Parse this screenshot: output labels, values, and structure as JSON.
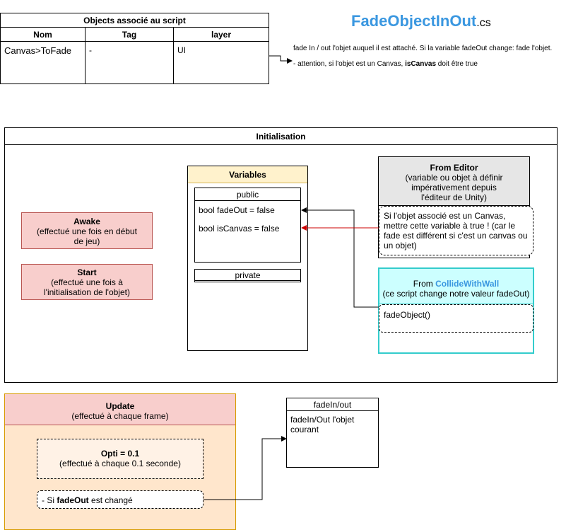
{
  "title": {
    "main": "FadeObjectInOut",
    "ext": ".cs",
    "color": "#3a97e0"
  },
  "objects_table": {
    "caption": "Objects associé au script",
    "headers": [
      "Nom",
      "Tag",
      "layer"
    ],
    "rows": [
      [
        "Canvas>ToFade",
        "-",
        "UI"
      ]
    ]
  },
  "description": {
    "line1": "fade In / out l'objet auquel il est attaché. Si la variable fadeOut change: fade l'objet.",
    "line2_prefix": "- attention, si l'objet est un Canvas, ",
    "line2_bold": "isCanvas",
    "line2_suffix": " doit être true"
  },
  "initialisation": {
    "title": "Initialisation",
    "awake": {
      "title": "Awake",
      "desc": "(effectué une fois en début de jeu)",
      "color": "#f8cecc"
    },
    "start": {
      "title": "Start",
      "desc": "(effectué une fois à l'initialisation de l'objet)",
      "color": "#f8cecc"
    },
    "variables": {
      "title": "Variables",
      "color": "#fff2cc",
      "public_label": "public",
      "public_items": [
        "bool fadeOut = false",
        "bool isCanvas = false"
      ],
      "private_label": "private"
    },
    "from_editor": {
      "title": "From Editor",
      "desc": "(variable ou objet à définir impérativement depuis l'éditeur de Unity)",
      "note": "Si l'objet associé est un Canvas, mettre cette variable à true ! (car le fade est différent si c'est un canvas ou un objet)",
      "color": "#e6e6e6"
    },
    "from_collide": {
      "prefix": "From ",
      "link": "CollideWithWall",
      "desc": "(ce script change notre valeur fadeOut)",
      "method": "fadeObject()",
      "color": "#ccffff",
      "border": "#33cccc",
      "link_color": "#3a97e0"
    }
  },
  "update": {
    "title": "Update",
    "desc": "(effectué à chaque frame)",
    "header_color": "#f8cecc",
    "body_color": "#ffe6cc",
    "opti": {
      "title": "Opti = 0.1",
      "desc": "(effectué à chaque 0.1 seconde)",
      "color": "#fff2e6"
    },
    "condition_prefix": "- Si ",
    "condition_bold": "fadeOut",
    "condition_suffix": " est changé"
  },
  "fade_inout": {
    "title": "fadeIn/out",
    "desc": "fadeIn/Out l'objet courant"
  },
  "arrow_colors": {
    "black": "#000000",
    "red": "#cc0000"
  }
}
